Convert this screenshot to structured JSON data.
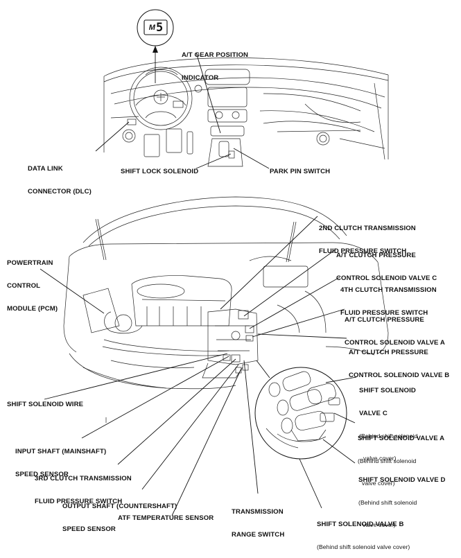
{
  "gear_indicator": {
    "mode": "M",
    "gear": "5"
  },
  "labels": {
    "at_gear_indicator": [
      "A/T GEAR POSITION",
      "INDICATOR"
    ],
    "dlc": [
      "DATA LINK",
      "CONNECTOR (DLC)"
    ],
    "shift_lock": "SHIFT LOCK SOLENOID",
    "park_pin": "PARK PIN SWITCH",
    "pcm": [
      "POWERTRAIN",
      "CONTROL",
      "MODULE (PCM)"
    ],
    "clutch2_switch": [
      "2ND CLUTCH TRANSMISSION",
      "FLUID PRESSURE SWITCH"
    ],
    "valve_c": [
      "A/T CLUTCH PRESSURE",
      "CONTROL SOLENOID VALVE C"
    ],
    "clutch4_switch": [
      "4TH CLUTCH TRANSMISSION",
      "FLUID PRESSURE SWITCH"
    ],
    "valve_a": [
      "A/T CLUTCH PRESSURE",
      "CONTROL SOLENOID VALVE A"
    ],
    "valve_b": [
      "A/T CLUTCH PRESSURE",
      "CONTROL SOLENOID VALVE B"
    ],
    "shift_solenoid_wire": "SHIFT SOLENOID WIRE",
    "shift_sol_c": {
      "title": [
        "SHIFT SOLENOID",
        "VALVE C"
      ],
      "note": [
        "(Behind shift solenoid",
        "valve cover)"
      ]
    },
    "shift_sol_a": {
      "title": "SHIFT SOLENOID VALVE A",
      "note": [
        "(Behind shift solenoid",
        "valve cover)"
      ]
    },
    "input_shaft": [
      "INPUT SHAFT (MAINSHAFT)",
      "SPEED SENSOR"
    ],
    "clutch3_switch": [
      "3RD CLUTCH TRANSMISSION",
      "FLUID PRESSURE SWITCH"
    ],
    "shift_sol_d": {
      "title": "SHIFT SOLENOID VALVE D",
      "note": [
        "(Behind shift solenoid",
        "valve cover)"
      ]
    },
    "output_shaft": [
      "OUTPUT SHAFT (COUNTERSHAFT)",
      "SPEED SENSOR"
    ],
    "trans_range": [
      "TRANSMISSION",
      "RANGE SWITCH"
    ],
    "shift_sol_b": {
      "title": "SHIFT SOLENOID VALVE B",
      "note": "(Behind shift solenoid valve cover)"
    },
    "atf_temp": "ATF TEMPERATURE SENSOR"
  }
}
